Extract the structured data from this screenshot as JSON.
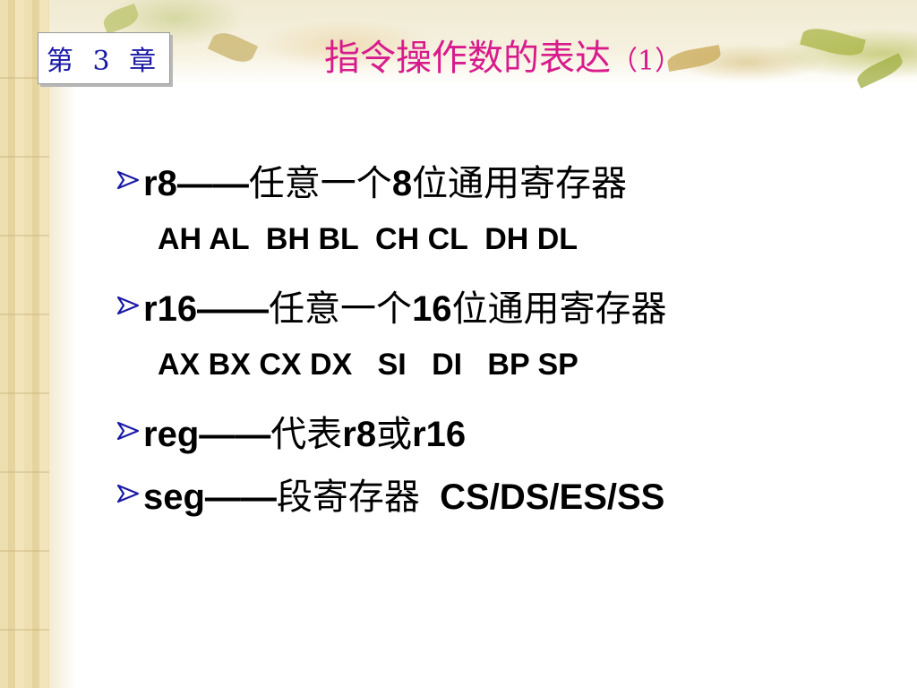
{
  "header": {
    "chapter_label": "第 3 章",
    "title": "指令操作数的表达",
    "title_suffix": "（1）"
  },
  "items": [
    {
      "type": "bullet",
      "bold_a": "r8——",
      "cjk_a": "任意一个",
      "bold_b": "8",
      "cjk_b": "位通用寄存器",
      "bold_c": ""
    },
    {
      "type": "sub",
      "text": "AH AL  BH BL  CH CL  DH DL"
    },
    {
      "type": "bullet",
      "bold_a": "r16——",
      "cjk_a": "任意一个",
      "bold_b": "16",
      "cjk_b": "位通用寄存器",
      "bold_c": ""
    },
    {
      "type": "sub",
      "text": "AX BX CX DX   SI   DI   BP SP"
    },
    {
      "type": "bullet",
      "bold_a": "reg——",
      "cjk_a": "代表",
      "bold_b": "r8",
      "cjk_b": "或",
      "bold_c": "r16"
    },
    {
      "type": "bullet",
      "bold_a": "seg——",
      "cjk_a": "段寄存器",
      "bold_b": "  CS/DS/ES/SS",
      "cjk_b": "",
      "bold_c": ""
    }
  ],
  "colors": {
    "title": "#d81b8c",
    "chapter_text": "#1a1aa6",
    "bullet_arrow": "#1a1aa6"
  },
  "icons": {
    "bullet": "arrow-bullet-icon"
  }
}
